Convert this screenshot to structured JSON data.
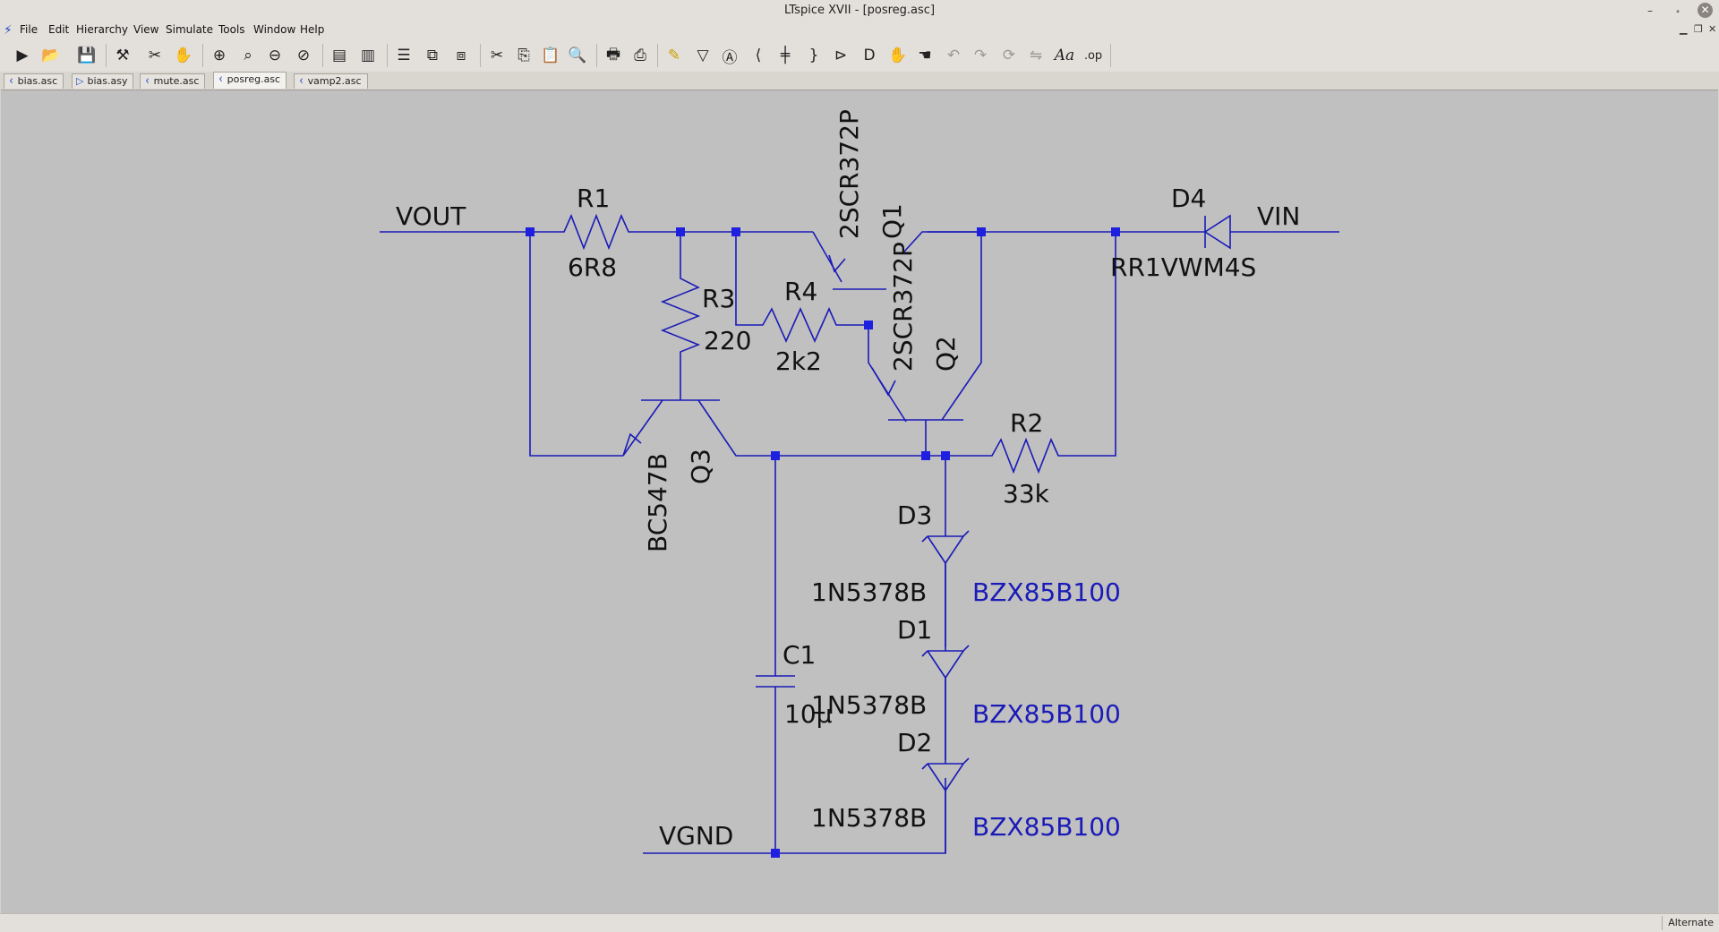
{
  "window": {
    "title": "LTspice XVII - [posreg.asc]",
    "min_glyph": "–",
    "max_glyph": "⬞",
    "close_glyph": "✕"
  },
  "menu": [
    "File",
    "Edit",
    "Hierarchy",
    "View",
    "Simulate",
    "Tools",
    "Window",
    "Help"
  ],
  "toolbar": [
    "run-icon",
    "open-icon",
    "save-icon",
    "control-panel-icon",
    "halt-icon",
    "pan-icon",
    "zoom-in-icon",
    "zoom-fit-icon",
    "zoom-out-icon",
    "zoom-cancel-icon",
    "tile-horizontal-icon",
    "tile-vertical-icon",
    "cascade-icon",
    "close-windows-icon",
    "arrange-icon",
    "cut-icon",
    "copy-icon",
    "paste-icon",
    "find-icon",
    "print-icon",
    "print-setup-icon",
    "wire-icon",
    "ground-icon",
    "label-net-icon",
    "resistor-icon",
    "capacitor-icon",
    "inductor-icon",
    "diode-icon",
    "component-icon",
    "move-icon",
    "drag-icon",
    "undo-icon",
    "redo-icon",
    "rotate-icon",
    "mirror-icon",
    "text-icon",
    "spice-directive-icon"
  ],
  "tabs": [
    {
      "label": "bias.asc",
      "active": false
    },
    {
      "label": "bias.asy",
      "active": false
    },
    {
      "label": "mute.asc",
      "active": false
    },
    {
      "label": "posreg.asc",
      "active": true
    },
    {
      "label": "vamp2.asc",
      "active": false
    }
  ],
  "schematic": {
    "nets": {
      "vout": "VOUT",
      "vin": "VIN",
      "vgnd": "VGND"
    },
    "components": {
      "R1": {
        "ref": "R1",
        "value": "6R8"
      },
      "R2": {
        "ref": "R2",
        "value": "33k"
      },
      "R3": {
        "ref": "R3",
        "value": "220"
      },
      "R4": {
        "ref": "R4",
        "value": "2k2"
      },
      "C1": {
        "ref": "C1",
        "value": "10µ"
      },
      "D1": {
        "ref": "D1",
        "value": "1N5378B",
        "alt": "BZX85B100"
      },
      "D2": {
        "ref": "D2",
        "value": "1N5378B",
        "alt": "BZX85B100"
      },
      "D3": {
        "ref": "D3",
        "value": "1N5378B",
        "alt": "BZX85B100"
      },
      "D4": {
        "ref": "D4",
        "value": "RR1VWM4S"
      },
      "Q1": {
        "ref": "Q1",
        "value": "2SCR372P"
      },
      "Q2": {
        "ref": "Q2",
        "value": "2SCR372P"
      },
      "Q3": {
        "ref": "Q3",
        "value": "BC547B"
      }
    },
    "colors": {
      "wire": "#1a1ab8",
      "junction": "#1f1fe0",
      "canvas": "#c0c0c0",
      "alt_label": "#1a1ab8"
    }
  },
  "status": {
    "mode": "Alternate"
  }
}
